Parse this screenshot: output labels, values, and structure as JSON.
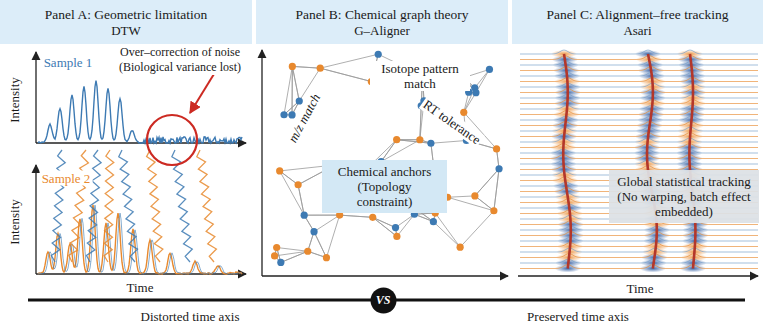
{
  "diagram": {
    "nodes": [
      {
        "text": [
          "Panel A: Geometric limitation",
          "DTW"
        ]
      },
      {
        "text": [
          "Panel B: Chemical graph theory",
          "G–Aligner"
        ]
      },
      {
        "text": [
          "Panel C: Alignment–free tracking",
          "Asari"
        ]
      },
      {
        "text": [
          "Chemical anchors (Topology constraint)"
        ]
      },
      {
        "text": [
          "Global statistical tracking (No warping, batch effect embedded)"
        ]
      },
      {
        "text": [
          "VS"
        ]
      }
    ],
    "labels": [
      "Over–correction of noise (Biological variance lost)",
      "Sample 1",
      "Intensity",
      "Sample 2",
      "Intensity",
      "Time",
      "Isotope pattern match",
      "m/z match",
      "RT tolerance",
      "Time",
      "Distorted time axis",
      "Preserved time axis"
    ]
  }
}
